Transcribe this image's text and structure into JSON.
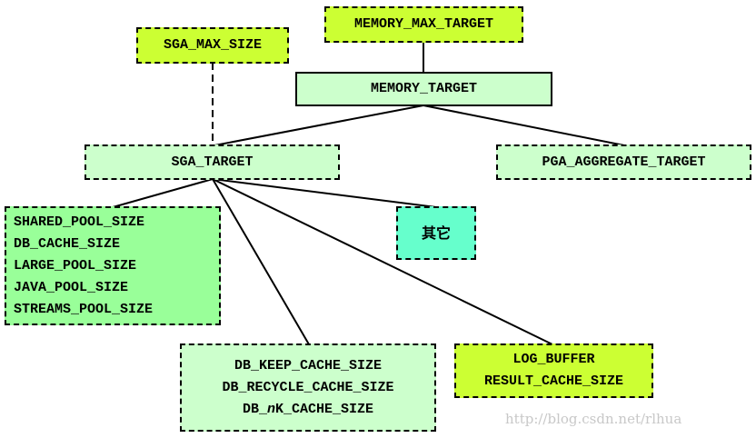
{
  "diagram": {
    "nodes": {
      "memory_max_target": "MEMORY_MAX_TARGET",
      "sga_max_size": "SGA_MAX_SIZE",
      "memory_target": "MEMORY_TARGET",
      "sga_target": "SGA_TARGET",
      "pga_aggregate_target": "PGA_AGGREGATE_TARGET",
      "pools": [
        "SHARED_POOL_SIZE",
        "DB_CACHE_SIZE",
        "LARGE_POOL_SIZE",
        "JAVA_POOL_SIZE",
        "STREAMS_POOL_SIZE"
      ],
      "other": "其它",
      "cache_sizes": {
        "keep": "DB_KEEP_CACHE_SIZE",
        "recycle": "DB_RECYCLE_CACHE_SIZE",
        "nk_prefix": "DB_",
        "nk_italic": "n",
        "nk_suffix": "K_CACHE_SIZE"
      },
      "log_buffer": "LOG_BUFFER",
      "result_cache_size": "RESULT_CACHE_SIZE"
    },
    "colors": {
      "lime": "#ccff33",
      "pale_green": "#ccffcc",
      "green": "#99ff99",
      "teal": "#66ffcc"
    }
  },
  "watermark": "http://blog.csdn.net/rlhua"
}
